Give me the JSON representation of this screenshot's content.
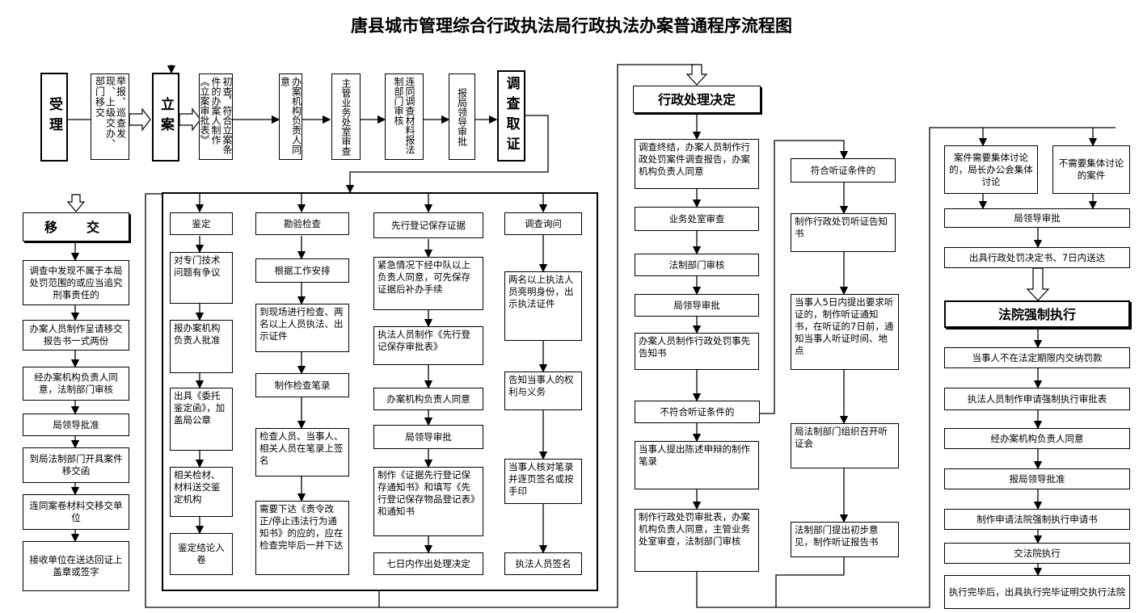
{
  "title": "唐县城市管理综合行政执法局行政执法办案普通程序流程图",
  "top": {
    "shouli": "受理",
    "source": "举报、巡查发现、上级交办、部门移交",
    "lian": "立案",
    "chucha": "初查，符合立案条件的办案人制作《立案审批表》",
    "fuze": "办案机构负责人同意",
    "zhuguan": "主管业务处室审查",
    "liantong": "连同调查材料报法制部门审核",
    "baoju": "报局领导审批",
    "diaocha": "调查取证"
  },
  "yijiao": {
    "header": "移　交",
    "steps": [
      "调查中发现不属于本局处罚范围的或应当追究刑事责任的",
      "办案人员制作呈请移交报告书一式两份",
      "经办案机构负责人同意，法制部门审核",
      "局领导批准",
      "到局法制部门开具案件移交函",
      "连同案卷材料交移交单位",
      "接收单位在送达回证上盖章或签字"
    ]
  },
  "jianding": {
    "header": "鉴定",
    "steps": [
      "对专门技术问题有争议",
      "报办案机构负责人批准",
      "出具《委托鉴定函》，加盖局公章",
      "相关检材、材料送交鉴定机构",
      "鉴定结论入卷"
    ]
  },
  "kanyan": {
    "header": "勘验检查",
    "steps": [
      "根据工作安排",
      "到现场进行检查、两名以上人员执法、出示证件",
      "制作检查笔录",
      "检查人员、当事人、相关人员在笔录上签名",
      "需要下达《责令改正/停止违法行为通知书》的应的，应在检查完毕后一并下达"
    ]
  },
  "xianxing": {
    "header": "先行登记保存证据",
    "steps": [
      "紧急情况下经中队以上负责人同意，可先保存证据后补办手续",
      "执法人员制作《先行登记保存审批表》",
      "办案机构负责人同意",
      "局领导审批",
      "制作《证据先行登记保存通知书》和填写《先行登记保存物品登记表》和通知书",
      "七日内作出处理决定"
    ]
  },
  "xunwen": {
    "header": "调查询问",
    "steps": [
      "两名以上执法人员亮明身份，出示执法证件",
      "告知当事人的权利与义务",
      "当事人核对笔录并逐页签名或按手印",
      "执法人员签名"
    ]
  },
  "juece": {
    "header": "行政处理决定",
    "steps": [
      "调查终结，办案人员制作行政处罚案件调查报告，办案机构负责人同意",
      "业务处室审查",
      "法制部门审核",
      "局领导审批",
      "办案人员制作行政处罚事先告知书",
      "不符合听证条件的",
      "当事人提出陈述申辩的制作笔录",
      "制作行政处罚审批表，办案机构负责人同意，主管业务处室审查，法制部门审核"
    ]
  },
  "tingzheng": {
    "steps": [
      "符合听证条件的",
      "制作行政处罚听证告知书",
      "当事人5日内提出要求听证的，制作听证通知书，在听证的7日前，通知当事人听证时间、地点",
      "局法制部门组织召开听证会",
      "法制部门提出初步意见，制作听证报告书"
    ]
  },
  "jueding": {
    "jiti": "案件需要集体讨论的，局长办公会集体讨论",
    "bujiti": "不需要集体讨论的案件",
    "pizhun": "局领导审批",
    "chuju": "出具行政处罚决定书、7日内送达"
  },
  "fayuan": {
    "header": "法院强制执行",
    "steps": [
      "当事人不在法定期限内交纳罚款",
      "执法人员制作申请强制执行审批表",
      "经办案机构负责人同意",
      "报局领导批准",
      "制作申请法院强制执行申请书",
      "交法院执行",
      "执行完毕后，出具执行完毕证明交执行法院"
    ]
  }
}
